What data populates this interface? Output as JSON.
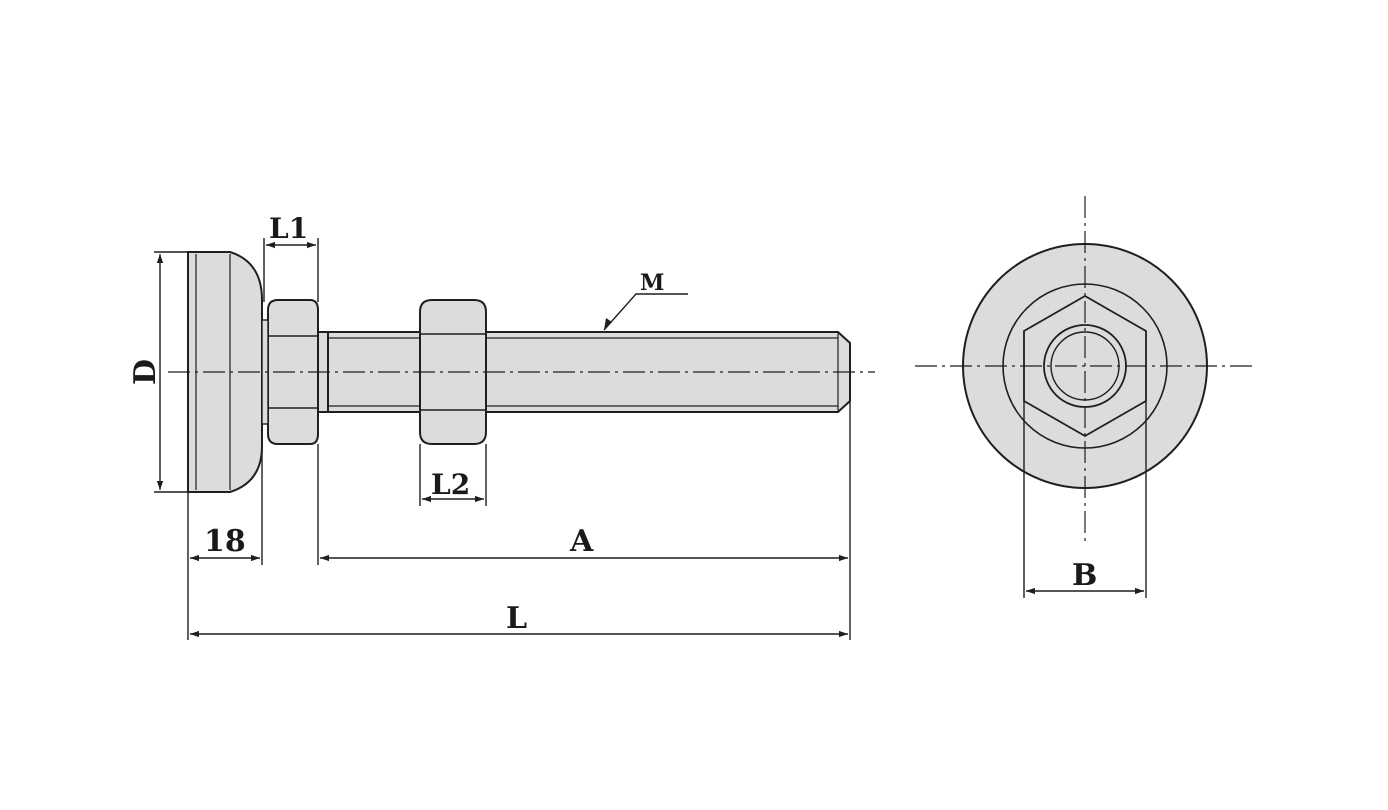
{
  "colors": {
    "part_fill": "#dcdcdc",
    "line": "#1f1f1f",
    "background": "#ffffff"
  },
  "labels": {
    "L1": "L1",
    "L2": "L2",
    "M": "M",
    "D": "D",
    "dim_18": "18",
    "A": "A",
    "L": "L",
    "B": "B"
  }
}
